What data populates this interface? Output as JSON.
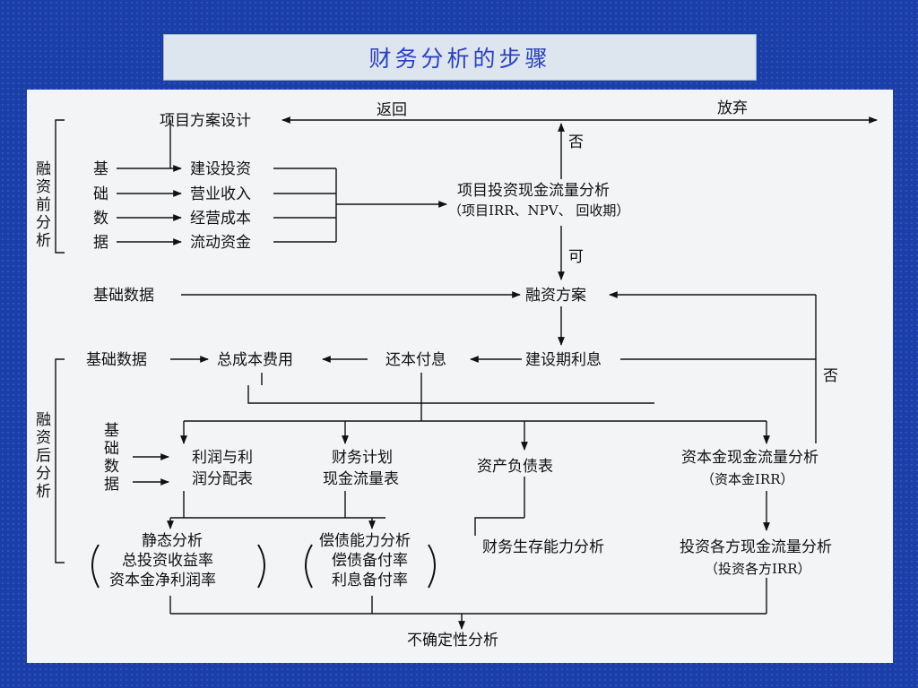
{
  "slide": {
    "title": "财务分析的步骤",
    "background_color": "#1b3fa8",
    "title_color": "#2a3fc0"
  },
  "diagram": {
    "left_groups": {
      "pre_financing": [
        "融",
        "资",
        "前",
        "分",
        "析"
      ],
      "post_financing": [
        "融",
        "资",
        "后",
        "分",
        "析"
      ]
    },
    "basic_data_vertical": [
      "基",
      "础",
      "数",
      "据"
    ],
    "basic_data_vertical_2": [
      "基",
      "础",
      "数",
      "据"
    ],
    "nodes": {
      "project_design": "项目方案设计",
      "return": "返回",
      "abandon": "放弃",
      "no_1": "否",
      "construction_investment": "建设投资",
      "operating_revenue": "营业收入",
      "operating_cost": "经营成本",
      "working_capital": "流动资金",
      "cashflow_analysis_line1": "项目投资现金流量分析",
      "cashflow_analysis_line2": "（项目IRR、NPV、 回收期）",
      "yes": "可",
      "basic_data_1": "基础数据",
      "financing_plan": "融资方案",
      "basic_data_2": "基础数据",
      "total_cost": "总成本费用",
      "repayment": "还本付息",
      "construction_interest": "建设期利息",
      "no_2": "否",
      "profit_line1": "利润与利",
      "profit_line2": "润分配表",
      "plan_line1": "财务计划",
      "plan_line2": "现金流量表",
      "balance_sheet": "资产负债表",
      "capital_cashflow_line1": "资本金现金流量分析",
      "capital_cashflow_line2": "（资本金IRR）",
      "static_line1": "静态分析",
      "static_line2": "总投资收益率",
      "static_line3": "资本金净利润率",
      "solvency_line1": "偿债能力分析",
      "solvency_line2": "偿债备付率",
      "solvency_line3": "利息备付率",
      "survival": "财务生存能力分析",
      "investor_line1": "投资各方现金流量分析",
      "investor_line2": "（投资各方IRR）",
      "uncertainty": "不确定性分析"
    }
  }
}
